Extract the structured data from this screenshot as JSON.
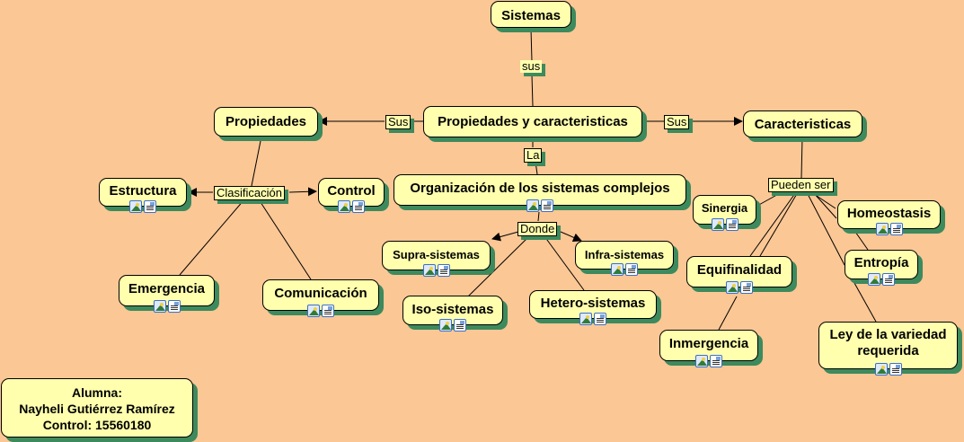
{
  "nodes": {
    "sistemas": {
      "title": "Sistemas"
    },
    "propiedades_caracteristicas": {
      "title": "Propiedades y caracteristicas"
    },
    "propiedades": {
      "title": "Propiedades"
    },
    "caracteristicas": {
      "title": "Caracteristicas"
    },
    "estructura": {
      "title": "Estructura"
    },
    "control": {
      "title": "Control"
    },
    "emergencia": {
      "title": "Emergencia"
    },
    "comunicacion": {
      "title": "Comunicación"
    },
    "organizacion": {
      "title": "Organización de los sistemas complejos"
    },
    "supra": {
      "title": "Supra-sistemas"
    },
    "infra": {
      "title": "Infra-sistemas"
    },
    "iso": {
      "title": "Iso-sistemas"
    },
    "hetero": {
      "title": "Hetero-sistemas"
    },
    "sinergia": {
      "title": "Sinergia"
    },
    "homeostasis": {
      "title": "Homeostasis"
    },
    "equifinalidad": {
      "title": "Equifinalidad"
    },
    "entropia": {
      "title": "Entropía"
    },
    "inmergencia": {
      "title": "Inmergencia"
    },
    "ley": {
      "title": "Ley de la variedad\nrequerida"
    },
    "alumna": {
      "title": "Alumna:\nNayheli Gutiérrez Ramírez\nControl: 15560180"
    }
  },
  "link_labels": {
    "sus_top": "sus",
    "sus_left": "Sus",
    "sus_right": "Sus",
    "la": "La",
    "clasificacion": "Clasificación",
    "donde": "Donde",
    "pueden_ser": "Pueden ser"
  },
  "icons": {
    "image": "image-resource-icon",
    "document": "document-resource-icon"
  },
  "colors": {
    "background": "#fbc795",
    "node_fill": "#ffffae",
    "shadow": "#3d8a5d",
    "line": "#000000"
  }
}
